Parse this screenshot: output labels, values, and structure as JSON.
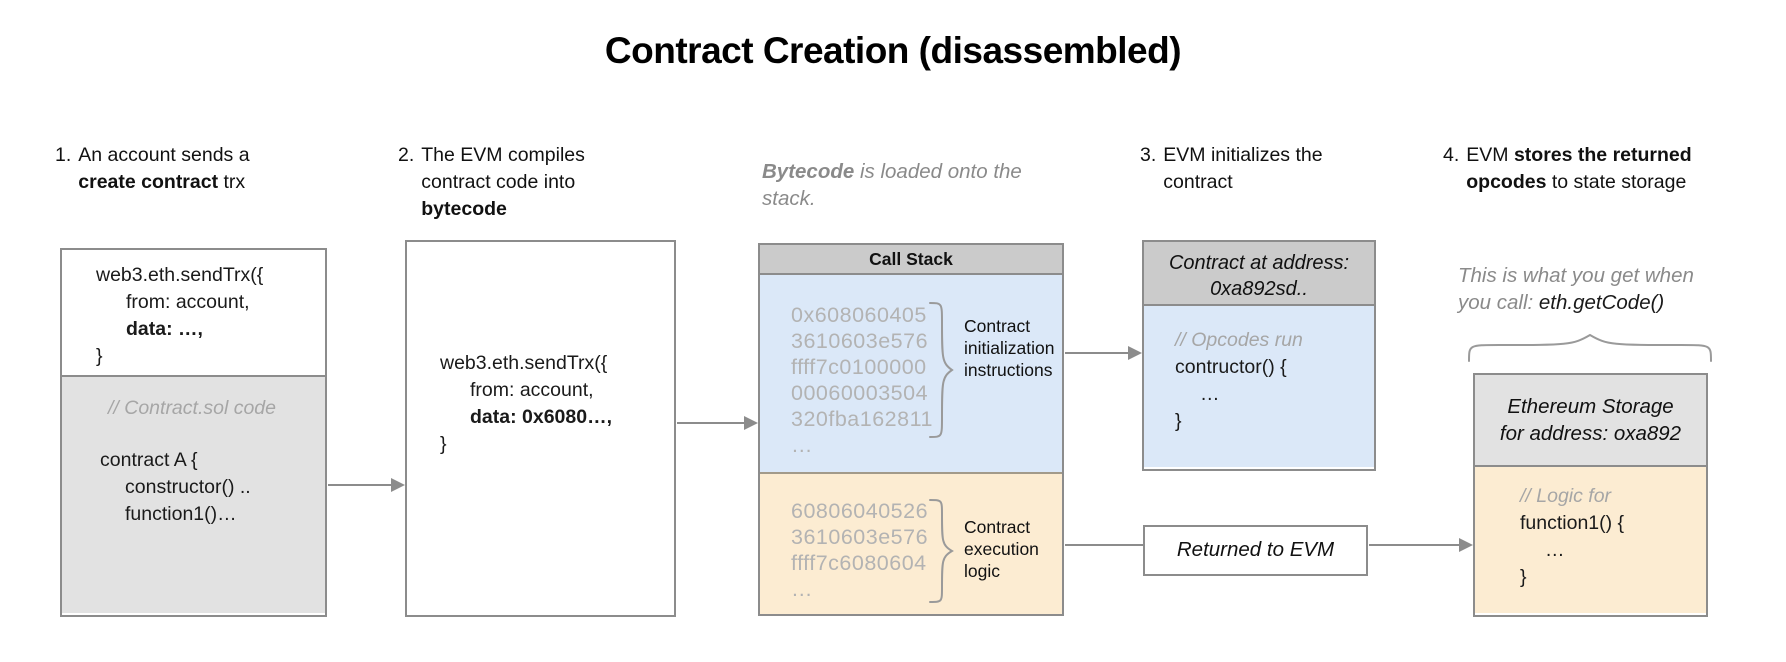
{
  "title": "Contract Creation (disassembled)",
  "steps": {
    "step1": {
      "num": "1.",
      "line1": "An account sends a",
      "line2_bold": "create contract",
      "line2_rest": " trx"
    },
    "step2": {
      "num": "2.",
      "line1": "The EVM compiles",
      "line2": "contract code into",
      "line3_bold": "bytecode"
    },
    "step3": {
      "num": "3.",
      "line1": "EVM initializes the",
      "line2": "contract"
    },
    "step4": {
      "num": "4.",
      "line1_pre": "EVM ",
      "line1_bold": "stores the returned",
      "line2_bold": "opcodes",
      "line2_rest": " to state storage"
    }
  },
  "bytecode_note": {
    "bold": "Bytecode",
    "rest": " is loaded onto the stack."
  },
  "box1": {
    "code": [
      "web3.eth.sendTrx({",
      "from: account,",
      "data: …,",
      "}"
    ],
    "comment": "// Contract.sol code",
    "sol": [
      "contract A {",
      "constructor() ..",
      "function1()…"
    ]
  },
  "box2": {
    "code": [
      "web3.eth.sendTrx({",
      "from: account,",
      "data: 0x6080…,",
      "}"
    ]
  },
  "callstack": {
    "header": "Call Stack",
    "init_code": [
      "0x608060405",
      "3610603e576",
      "ffff7c0100000",
      "00060003504",
      "320fba162811",
      "…"
    ],
    "init_label": "Contract initialization instructions",
    "exec_code": [
      "60806040526",
      "3610603e576",
      "ffff7c6080604",
      "…"
    ],
    "exec_label": "Contract execution logic"
  },
  "box3": {
    "header_line1": "Contract at address:",
    "header_line2": "0xa892sd..",
    "comment": "// Opcodes run",
    "code": [
      "contructor() {",
      "…",
      "}"
    ]
  },
  "returned_label": "Returned to EVM",
  "getcode_note": {
    "line1": "This is what you get when",
    "line2_pre": "you call: ",
    "line2_code": "eth.getCode()"
  },
  "storage": {
    "header_line1": "Ethereum Storage",
    "header_line2": "for address: oxa892",
    "comment": "// Logic for",
    "code": [
      "function1() {",
      "…",
      "}"
    ]
  },
  "colors": {
    "blue": "#dbe8f8",
    "orange": "#fcecd2",
    "header_gray": "#cbcbcb",
    "light_gray": "#e2e2e2",
    "border_gray": "#8c8c8c",
    "code_gray": "#b3b3b3",
    "note_gray": "#8a8a8a"
  }
}
